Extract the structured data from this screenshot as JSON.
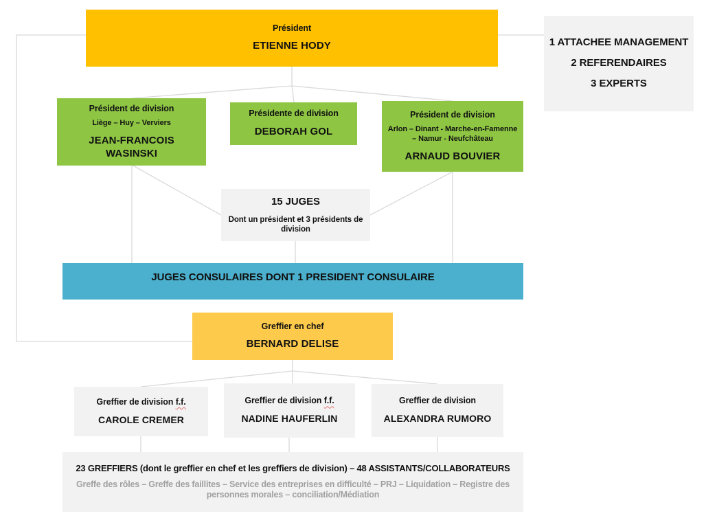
{
  "colors": {
    "gold": "#FFC000",
    "light_gold": "#FDCA4B",
    "green": "#8EC644",
    "blue": "#4BB0CD",
    "gray_box": "#F2F2F2",
    "subtext_gray": "#A0A0A0",
    "connector": "#D9D9D9"
  },
  "org": {
    "president": {
      "role": "Président",
      "name": "ETIENNE HODY"
    },
    "staff": {
      "lines": [
        "1 ATTACHEE MANAGEMENT",
        "2 REFERENDAIRES",
        "3 EXPERTS"
      ]
    },
    "division_presidents": [
      {
        "role": "Président de division",
        "region": "Liège – Huy – Verviers",
        "name": "JEAN-FRANCOIS WASINSKI"
      },
      {
        "role": "Présidente de division",
        "region": "",
        "name": "DEBORAH GOL"
      },
      {
        "role": "Président de division",
        "region": "Arlon – Dinant - Marche-en-Famenne – Namur - Neufchâteau",
        "name": "ARNAUD BOUVIER"
      }
    ],
    "judges": {
      "title": "15 JUGES",
      "subtitle": "Dont un président et 3 présidents de division"
    },
    "consular": {
      "label": "JUGES CONSULAIRES DONT 1 PRESIDENT CONSULAIRE"
    },
    "chief_clerk": {
      "role": "Greffier en chef",
      "name": "BERNARD DELISE"
    },
    "division_clerks": [
      {
        "role": "Greffier de division",
        "suffix": "f.f.",
        "name": "CAROLE CREMER"
      },
      {
        "role": "Greffier de division",
        "suffix": "f.f.",
        "name": "NADINE HAUFERLIN"
      },
      {
        "role": "Greffier de division",
        "suffix": "",
        "name": "ALEXANDRA RUMORO"
      }
    ],
    "clerks_pool": {
      "line1": "23 GREFFIERS (dont le greffier en chef et les greffiers de division) – 48 ASSISTANTS/COLLABORATEURS",
      "line2": "Greffe des rôles – Greffe des faillites – Service des entreprises en difficulté – PRJ – Liquidation – Registre des personnes morales – conciliation/Médiation"
    }
  }
}
